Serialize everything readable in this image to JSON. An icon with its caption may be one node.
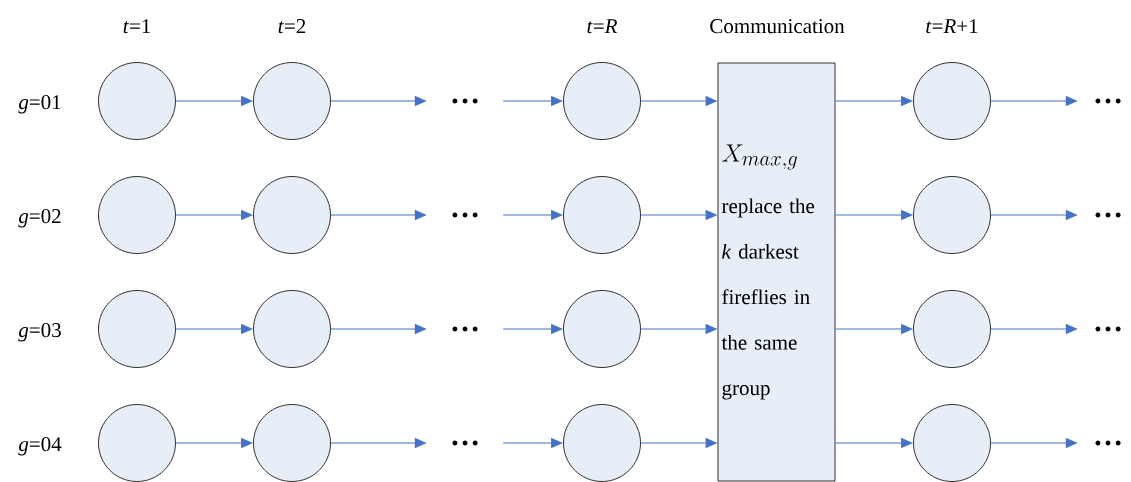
{
  "diagram": {
    "nodes": [
      {
        "text": [],
        "shape": "circle"
      },
      {
        "text": [],
        "shape": "circle"
      },
      {
        "text": [
          "…"
        ]
      },
      {
        "text": [],
        "shape": "circle"
      },
      {
        "text": [],
        "shape": "circle"
      },
      {
        "text": [],
        "shape": "circle"
      },
      {
        "text": [
          "…"
        ]
      },
      {
        "text": [],
        "shape": "circle"
      },
      {
        "text": [],
        "shape": "circle"
      },
      {
        "text": [],
        "shape": "circle"
      },
      {
        "text": [
          "…"
        ]
      },
      {
        "text": [],
        "shape": "circle"
      },
      {
        "text": [],
        "shape": "circle"
      },
      {
        "text": [],
        "shape": "circle"
      },
      {
        "text": [
          "…"
        ]
      },
      {
        "text": [],
        "shape": "circle"
      },
      {
        "text": [
          "Communication",
          "X_{max,g}",
          "replace the *k* darkest fireflies in the same group"
        ]
      },
      {
        "text": [],
        "shape": "circle"
      },
      {
        "text": [
          "…"
        ]
      },
      {
        "text": [],
        "shape": "circle"
      },
      {
        "text": [
          "…"
        ]
      },
      {
        "text": [],
        "shape": "circle"
      },
      {
        "text": [
          "…"
        ]
      },
      {
        "text": [],
        "shape": "circle"
      },
      {
        "text": [
          "…"
        ]
      }
    ],
    "edges": [
      {
        "from": 0,
        "to": 1,
        "arrow": "to"
      },
      {
        "from": 1,
        "to": 2,
        "arrow": "to"
      },
      {
        "from": 2,
        "to": 3,
        "arrow": "to"
      },
      {
        "from": 3,
        "to": 16,
        "arrow": "to"
      },
      {
        "from": 16,
        "to": 17,
        "arrow": "to"
      },
      {
        "from": 17,
        "to": 18,
        "arrow": "to"
      },
      {
        "from": 4,
        "to": 5,
        "arrow": "to"
      },
      {
        "from": 5,
        "to": 6,
        "arrow": "to"
      },
      {
        "from": 6,
        "to": 7,
        "arrow": "to"
      },
      {
        "from": 7,
        "to": 16,
        "arrow": "to"
      },
      {
        "from": 16,
        "to": 19,
        "arrow": "to"
      },
      {
        "from": 19,
        "to": 20,
        "arrow": "to"
      },
      {
        "from": 8,
        "to": 9,
        "arrow": "to"
      },
      {
        "from": 9,
        "to": 10,
        "arrow": "to"
      },
      {
        "from": 10,
        "to": 11,
        "arrow": "to"
      },
      {
        "from": 11,
        "to": 16,
        "arrow": "to"
      },
      {
        "from": 16,
        "to": 21,
        "arrow": "to"
      },
      {
        "from": 21,
        "to": 22,
        "arrow": "to"
      },
      {
        "from": 12,
        "to": 13,
        "arrow": "to"
      },
      {
        "from": 13,
        "to": 14,
        "arrow": "to"
      },
      {
        "from": 14,
        "to": 15,
        "arrow": "to"
      },
      {
        "from": 15,
        "to": 16,
        "arrow": "to"
      },
      {
        "from": 16,
        "to": 23,
        "arrow": "to"
      },
      {
        "from": 23,
        "to": 24,
        "arrow": "to"
      }
    ],
    "labels": [
      "*t*=1",
      "*t*=2",
      "*t*=*R*",
      "*t*=*R*+1",
      "*g*=01",
      "*g*=02",
      "*g*=03",
      "*g*=04"
    ]
  }
}
